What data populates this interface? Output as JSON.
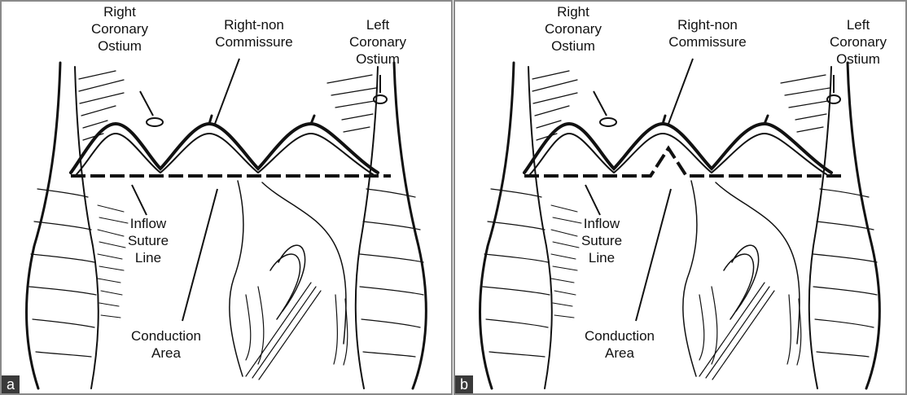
{
  "colors": {
    "ink": "#111111",
    "panel_border": "#8a8a8a",
    "tag_bg": "#3a3a3a"
  },
  "panels": [
    {
      "tag": "a",
      "labels": {
        "right_coronary_ostium": "Right\nCoronary\nOstium",
        "right_non_commissure": "Right-non\nCommissure",
        "left_coronary_ostium": "Left\nCoronary\nOstium",
        "inflow_suture_line": "Inflow\nSuture\nLine",
        "conduction_area": "Conduction\nArea"
      },
      "suture_line_shape": "straight"
    },
    {
      "tag": "b",
      "labels": {
        "right_coronary_ostium": "Right\nCoronary\nOstium",
        "right_non_commissure": "Right-non\nCommissure",
        "left_coronary_ostium": "Left\nCoronary\nOstium",
        "inflow_suture_line": "Inflow\nSuture\nLine",
        "conduction_area": "Conduction\nArea"
      },
      "suture_line_shape": "notched at commissure"
    }
  ]
}
